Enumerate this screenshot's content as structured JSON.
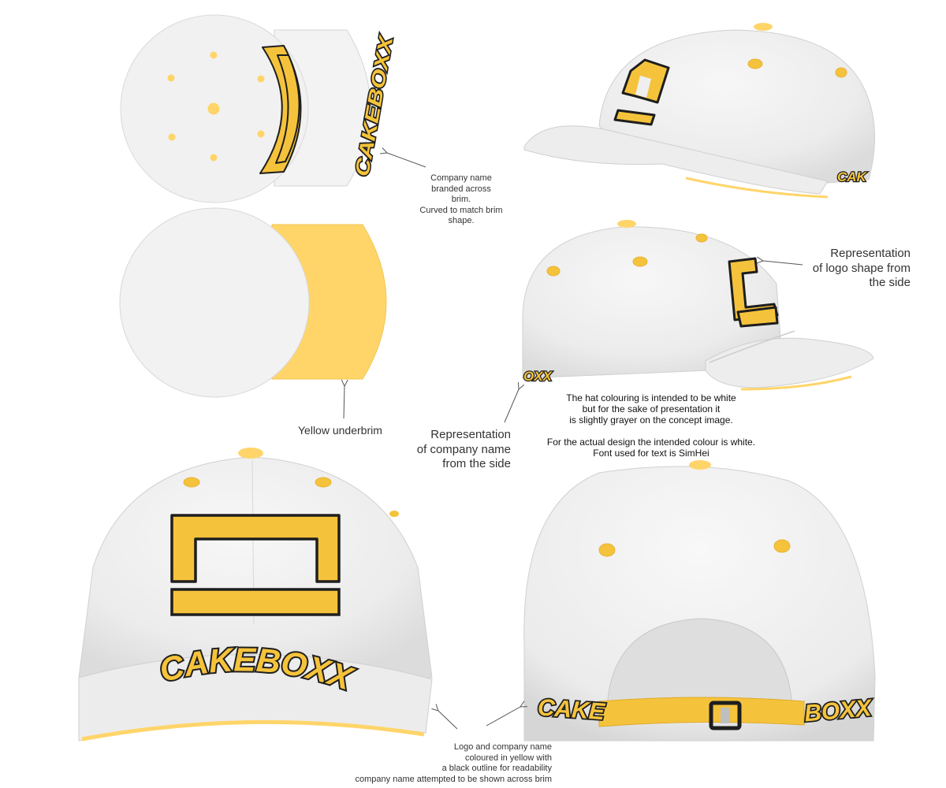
{
  "brand": {
    "name": "CAKEBOXX",
    "part1": "CAKE",
    "part2": "BOXX",
    "brim_fragment": "CAK",
    "side_fragment": "OXX"
  },
  "colors": {
    "hat_body": "#efefef",
    "hat_shadow": "#d9d9d9",
    "accent_yellow": "#f5c33b",
    "underbrim_yellow": "#ffd56a",
    "outline": "#1e1e1e",
    "note_text": "#333333"
  },
  "views": [
    {
      "id": "top-view",
      "description_icon": "hat-top-circle"
    },
    {
      "id": "under-view",
      "description_icon": "hat-underbrim"
    },
    {
      "id": "side-view-right",
      "description_icon": "hat-side"
    },
    {
      "id": "side-view-left",
      "description_icon": "hat-side"
    },
    {
      "id": "front-view",
      "description_icon": "hat-front"
    },
    {
      "id": "back-view",
      "description_icon": "hat-back"
    }
  ],
  "notes": {
    "brim_note": [
      "Company name",
      "branded across",
      "brim.",
      "Curved to match brim",
      "shape."
    ],
    "underbrim_note": [
      "Yellow underbrim"
    ],
    "logo_side_note": [
      "Representation",
      "of logo shape from",
      "the side"
    ],
    "name_side_note": [
      "Representation",
      "of company name",
      "from the side"
    ],
    "colour_note": [
      "The hat colouring is intended to be white",
      "but for the sake of presentation it",
      "is slightly grayer on the concept image.",
      "",
      "For the actual design the intended colour is white.",
      "Font used for text is SimHei"
    ],
    "front_note": [
      "Logo and company name",
      "coloured in yellow with",
      "a black outline for readability",
      "company name attempted to be shown across brim"
    ]
  }
}
